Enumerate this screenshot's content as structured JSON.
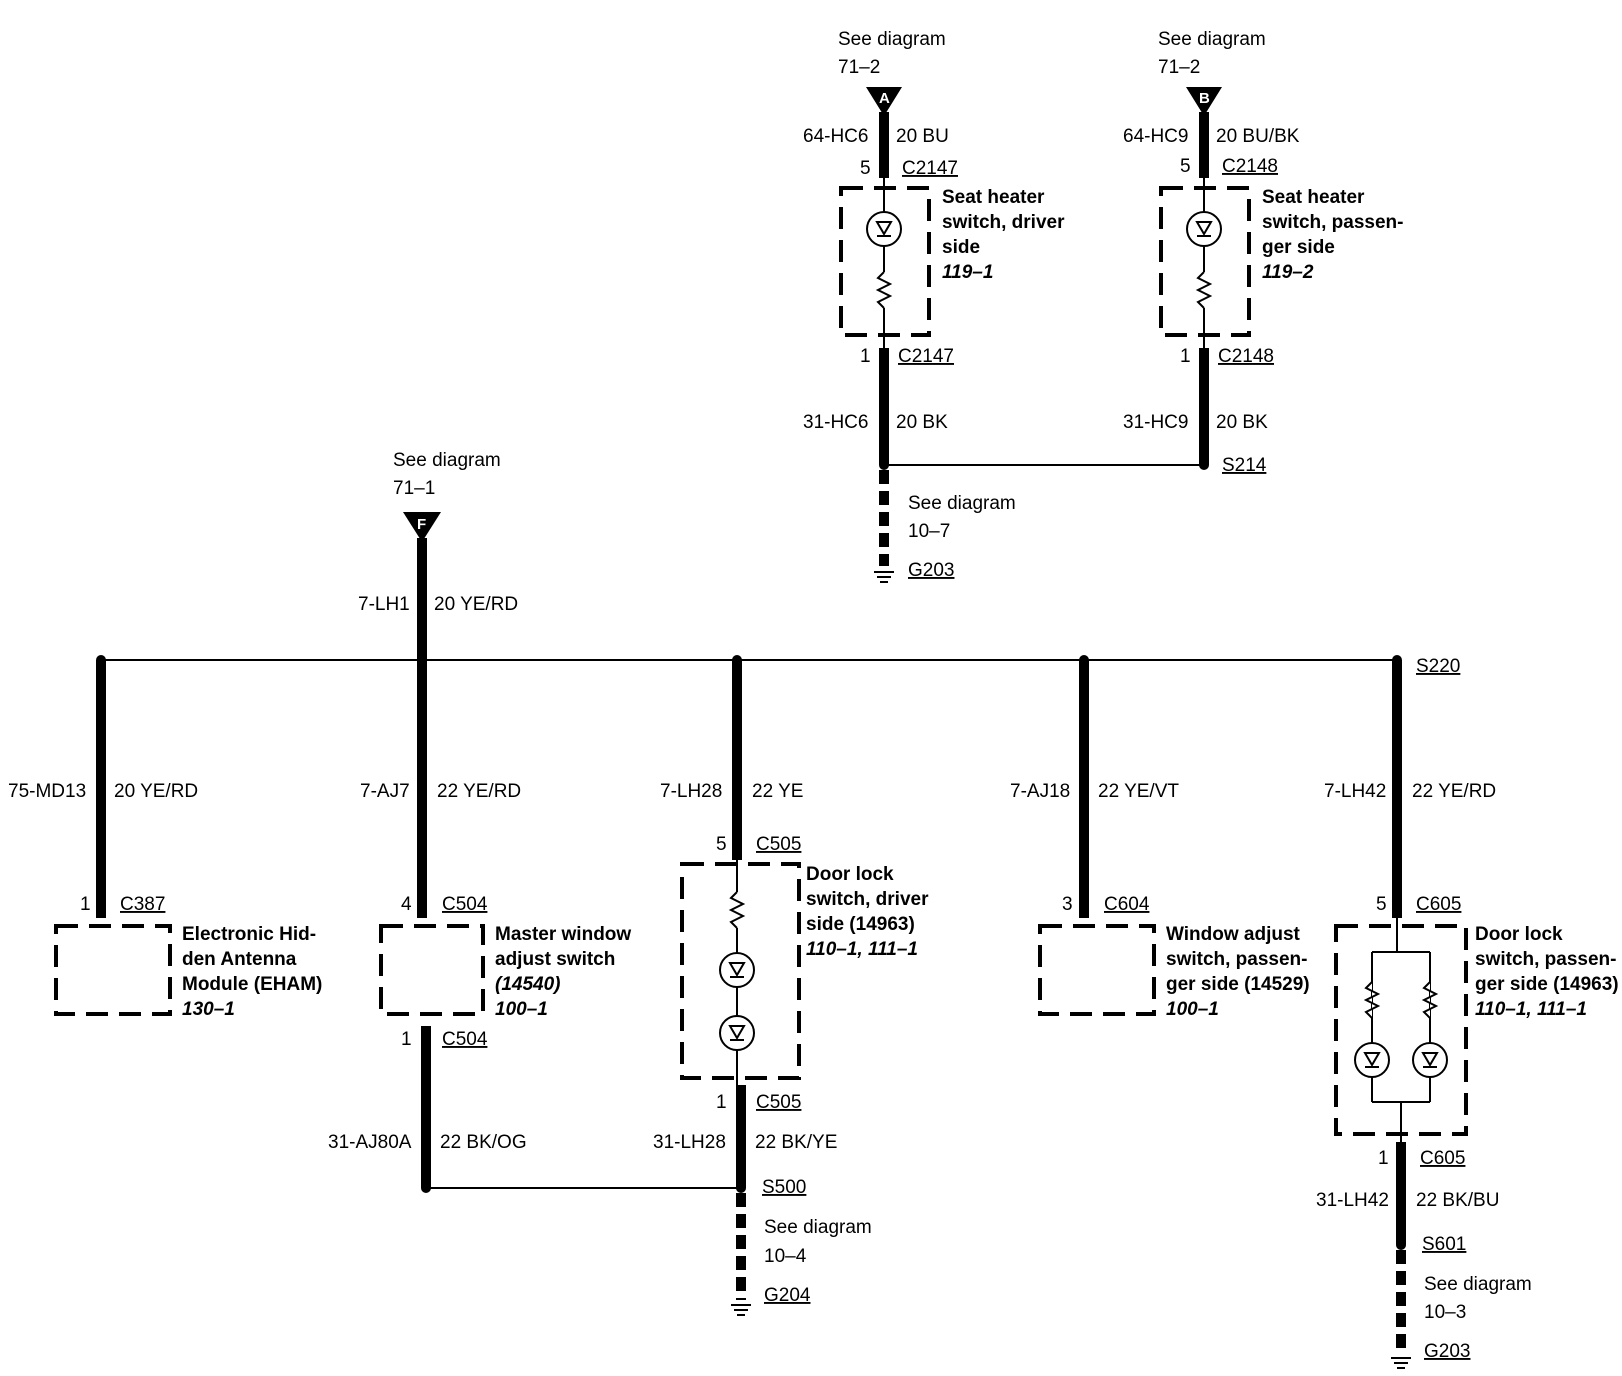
{
  "refs": {
    "a": {
      "letter": "A",
      "see": "See diagram",
      "ref": "71–2"
    },
    "b": {
      "letter": "B",
      "see": "See diagram",
      "ref": "71–2"
    },
    "f": {
      "letter": "F",
      "see": "See diagram",
      "ref": "71–1"
    }
  },
  "wires": {
    "w64hc6": {
      "circuit": "64-HC6",
      "gauge": "20 BU"
    },
    "w64hc9": {
      "circuit": "64-HC9",
      "gauge": "20 BU/BK"
    },
    "w31hc6": {
      "circuit": "31-HC6",
      "gauge": "20 BK"
    },
    "w31hc9": {
      "circuit": "31-HC9",
      "gauge": "20 BK"
    },
    "w7lh1": {
      "circuit": "7-LH1",
      "gauge": "20 YE/RD"
    },
    "w75md13": {
      "circuit": "75-MD13",
      "gauge": "20 YE/RD"
    },
    "w7aj7": {
      "circuit": "7-AJ7",
      "gauge": "22 YE/RD"
    },
    "w7lh28": {
      "circuit": "7-LH28",
      "gauge": "22 YE"
    },
    "w7aj18": {
      "circuit": "7-AJ18",
      "gauge": "22 YE/VT"
    },
    "w7lh42": {
      "circuit": "7-LH42",
      "gauge": "22 YE/RD"
    },
    "w31aj80a": {
      "circuit": "31-AJ80A",
      "gauge": "22 BK/OG"
    },
    "w31lh28": {
      "circuit": "31-LH28",
      "gauge": "22 BK/YE"
    },
    "w31lh42": {
      "circuit": "31-LH42",
      "gauge": "22 BK/BU"
    }
  },
  "connectors": {
    "c2147_top": {
      "pin": "5",
      "name": "C2147"
    },
    "c2148_top": {
      "pin": "5",
      "name": "C2148"
    },
    "c2147_bot": {
      "pin": "1",
      "name": "C2147"
    },
    "c2148_bot": {
      "pin": "1",
      "name": "C2148"
    },
    "c387": {
      "pin": "1",
      "name": "C387"
    },
    "c504_top": {
      "pin": "4",
      "name": "C504"
    },
    "c504_bot": {
      "pin": "1",
      "name": "C504"
    },
    "c505_top": {
      "pin": "5",
      "name": "C505"
    },
    "c505_bot": {
      "pin": "1",
      "name": "C505"
    },
    "c604": {
      "pin": "3",
      "name": "C604"
    },
    "c605_top": {
      "pin": "5",
      "name": "C605"
    },
    "c605_bot": {
      "pin": "1",
      "name": "C605"
    }
  },
  "splices": {
    "s214": "S214",
    "s220": "S220",
    "s500": "S500",
    "s601": "S601"
  },
  "grounds": {
    "g203_top": {
      "see": "See diagram",
      "ref": "10–7",
      "name": "G203"
    },
    "g204": {
      "see": "See diagram",
      "ref": "10–4",
      "name": "G204"
    },
    "g203_bot": {
      "see": "See diagram",
      "ref": "10–3",
      "name": "G203"
    }
  },
  "components": {
    "seat_driver": {
      "lines": [
        "Seat heater",
        "switch, driver",
        "side"
      ],
      "ref": "119–1"
    },
    "seat_pass": {
      "lines": [
        "Seat heater",
        "switch, passen-",
        "ger side"
      ],
      "ref": "119–2"
    },
    "eham": {
      "lines": [
        "Electronic Hid-",
        "den Antenna",
        "Module (EHAM)"
      ],
      "ref": "130–1"
    },
    "master_window": {
      "lines": [
        "Master window",
        "adjust switch",
        "(14540)"
      ],
      "ref": "100–1"
    },
    "door_lock_driver": {
      "lines": [
        "Door lock",
        "switch, driver",
        "side (14963)"
      ],
      "ref": "110–1, 111–1"
    },
    "window_pass": {
      "lines": [
        "Window adjust",
        "switch, passen-",
        "ger side (14529)"
      ],
      "ref": "100–1"
    },
    "door_lock_pass": {
      "lines": [
        "Door lock",
        "switch, passen-",
        "ger side (14963)"
      ],
      "ref": "110–1, 111–1"
    }
  }
}
